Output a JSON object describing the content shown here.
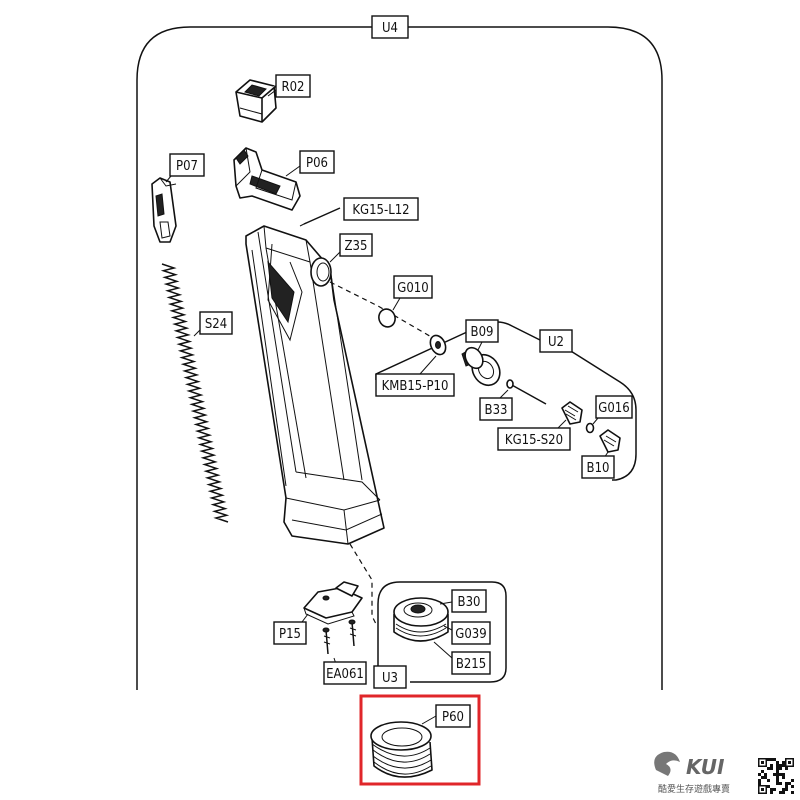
{
  "diagram": {
    "labels": {
      "U4": "U4",
      "R02": "R02",
      "P07": "P07",
      "P06": "P06",
      "KG15_L12": "KG15-L12",
      "Z35": "Z35",
      "G010": "G010",
      "S24": "S24",
      "B09": "B09",
      "U2": "U2",
      "KMB15_P10": "KMB15-P10",
      "B33": "B33",
      "G016": "G016",
      "KG15_S20": "KG15-S20",
      "B10": "B10",
      "B30": "B30",
      "G039": "G039",
      "B215": "B215",
      "P15": "P15",
      "EA061": "EA061",
      "U3": "U3",
      "P60": "P60"
    },
    "highlight": {
      "part": "P60",
      "color": "#e0262a"
    }
  },
  "brand": {
    "logo_text": "KUI",
    "tagline": "酷愛生存遊戲專賣"
  }
}
